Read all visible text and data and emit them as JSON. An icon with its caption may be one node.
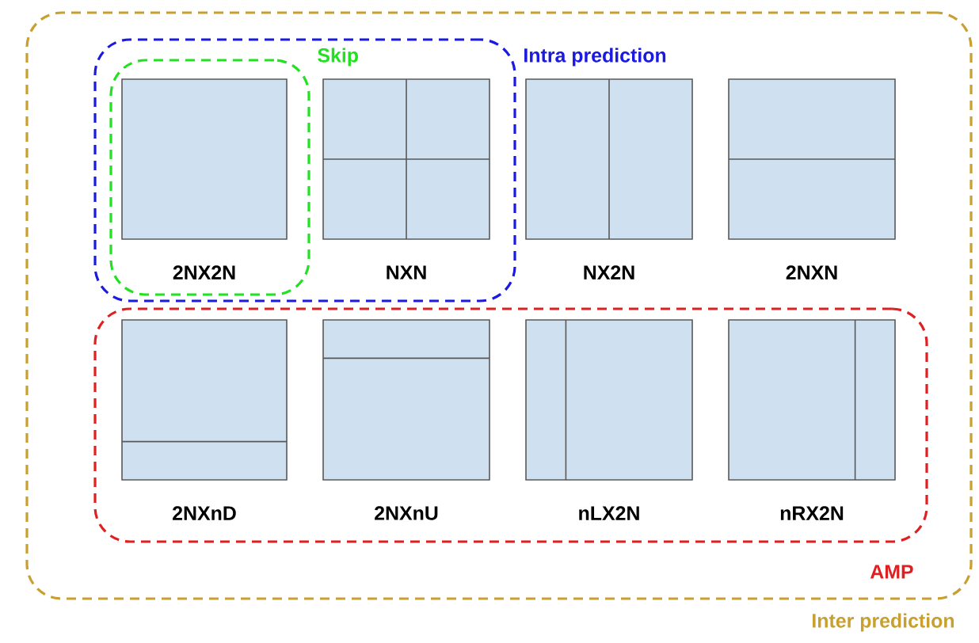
{
  "diagram": {
    "nodes": [
      {
        "text": [
          "Inter prediction"
        ]
      },
      {
        "text": [
          "Intra prediction"
        ],
        "in": 0
      },
      {
        "text": [
          "Skip"
        ],
        "in": 1
      },
      {
        "text": [],
        "shape": "box",
        "beside": [
          "2NX2N"
        ],
        "in": 2
      },
      {
        "text": [],
        "shape": "box",
        "beside": [
          "NXN"
        ],
        "in": 1
      },
      {
        "text": [],
        "shape": "box",
        "beside": [
          "NX2N"
        ],
        "in": 0
      },
      {
        "text": [],
        "shape": "box",
        "beside": [
          "2NXN"
        ],
        "in": 0
      },
      {
        "text": [
          "AMP"
        ],
        "in": 0
      },
      {
        "text": [],
        "shape": "box",
        "beside": [
          "2NXnD"
        ],
        "in": 7
      },
      {
        "text": [],
        "shape": "box",
        "beside": [
          "2NXnU"
        ],
        "in": 7
      },
      {
        "text": [],
        "shape": "box",
        "beside": [
          "nLX2N"
        ],
        "in": 7
      },
      {
        "text": [],
        "shape": "box",
        "beside": [
          "nRX2N"
        ],
        "in": 7
      }
    ]
  }
}
